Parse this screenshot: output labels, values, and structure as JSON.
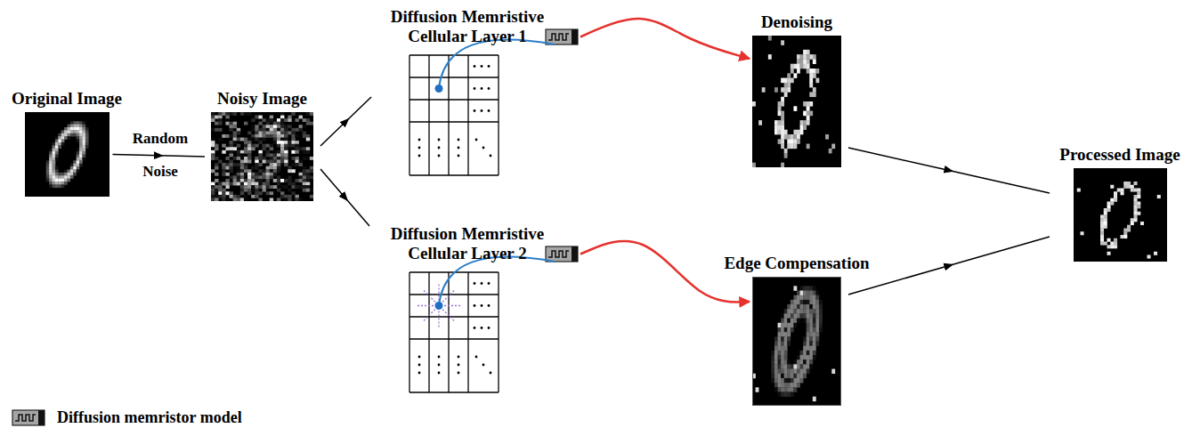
{
  "diagram": {
    "nodes": [
      {
        "text": [
          "Original Image"
        ]
      },
      {
        "text": [
          "Noisy Image"
        ]
      },
      {
        "text": [
          "Diffusion Memristive Cellular Layer 1"
        ]
      },
      {
        "text": [
          "Denoising"
        ]
      },
      {
        "text": [
          "Diffusion Memristive Cellular Layer 2"
        ]
      },
      {
        "text": [
          "Edge Compensation"
        ]
      },
      {
        "text": [
          "Processed Image"
        ]
      }
    ],
    "edges": [
      {
        "from": 0,
        "to": 1,
        "arrow": "to"
      },
      {
        "from": 1,
        "to": 2,
        "arrow": "to"
      },
      {
        "from": 1,
        "to": 4,
        "arrow": "to"
      },
      {
        "from": 2,
        "to": 3,
        "arrow": "to"
      },
      {
        "from": 4,
        "to": 5,
        "arrow": "to"
      },
      {
        "from": 3,
        "to": 6,
        "arrow": "to"
      },
      {
        "from": 5,
        "to": 6,
        "arrow": "to"
      }
    ],
    "labels": [
      "Random",
      "Noise"
    ],
    "legend": [
      {
        "text": "Diffusion memristor model"
      }
    ]
  }
}
